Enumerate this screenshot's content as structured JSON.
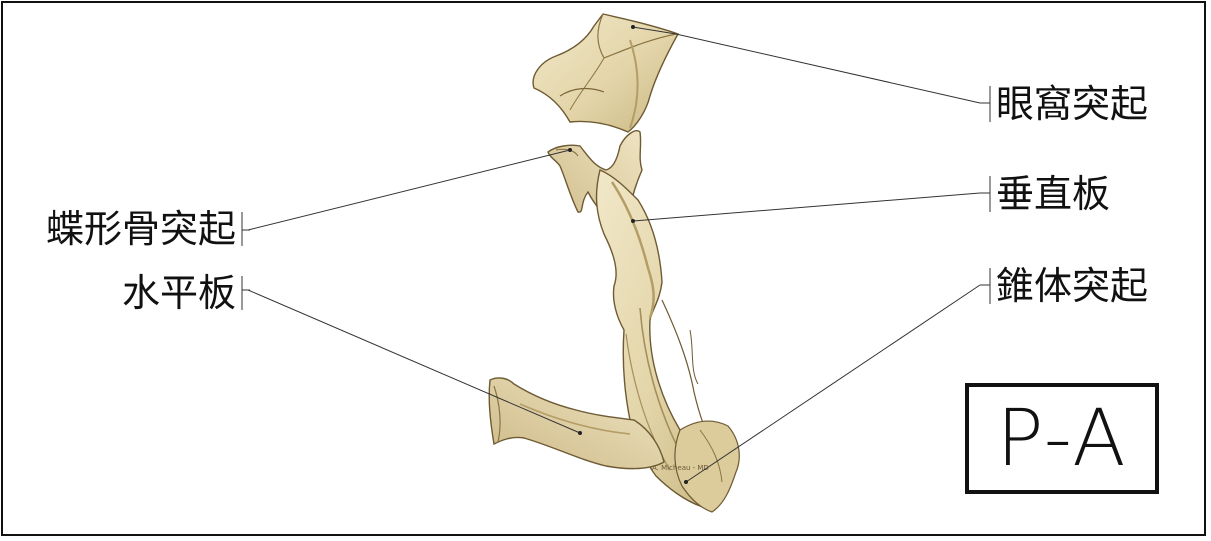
{
  "labels": {
    "orbital_process": "眼窩突起",
    "perpendicular_plate": "垂直板",
    "pyramidal_process": "錐体突起",
    "sphenoidal_process": "蝶形骨突起",
    "horizontal_plate": "水平板"
  },
  "view_badge": "P-A",
  "signature": "A. Micheau - MD",
  "colors": {
    "bone_fill": "#e8dcb5",
    "bone_shadow": "#c7b482",
    "bone_outline": "#6e5a33",
    "leader_line": "#333333",
    "frame": "#111111"
  }
}
